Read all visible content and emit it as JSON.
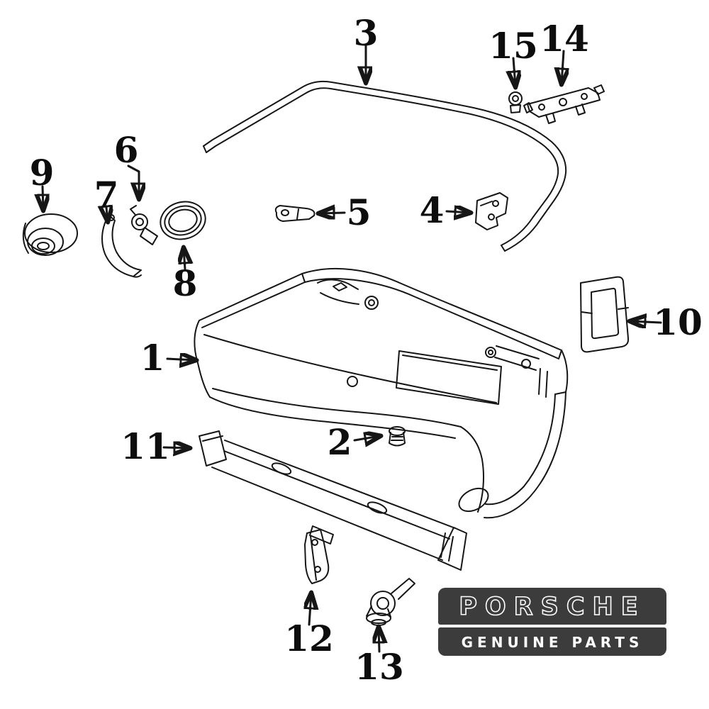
{
  "colors": {
    "background": "#ffffff",
    "line": "#161616",
    "badge_background": "#3c3c3c",
    "badge_text": "#ffffff"
  },
  "diagram": {
    "description": "Exploded parts diagram of a rear bumper assembly with numbered callouts",
    "callouts": [
      {
        "label": "1"
      },
      {
        "label": "2"
      },
      {
        "label": "3"
      },
      {
        "label": "4"
      },
      {
        "label": "5"
      },
      {
        "label": "6"
      },
      {
        "label": "7"
      },
      {
        "label": "8"
      },
      {
        "label": "9"
      },
      {
        "label": "10"
      },
      {
        "label": "11"
      },
      {
        "label": "12"
      },
      {
        "label": "13"
      },
      {
        "label": "14"
      },
      {
        "label": "15"
      }
    ]
  },
  "badge": {
    "brand": "PORSCHE",
    "subtitle": "GENUINE PARTS"
  }
}
